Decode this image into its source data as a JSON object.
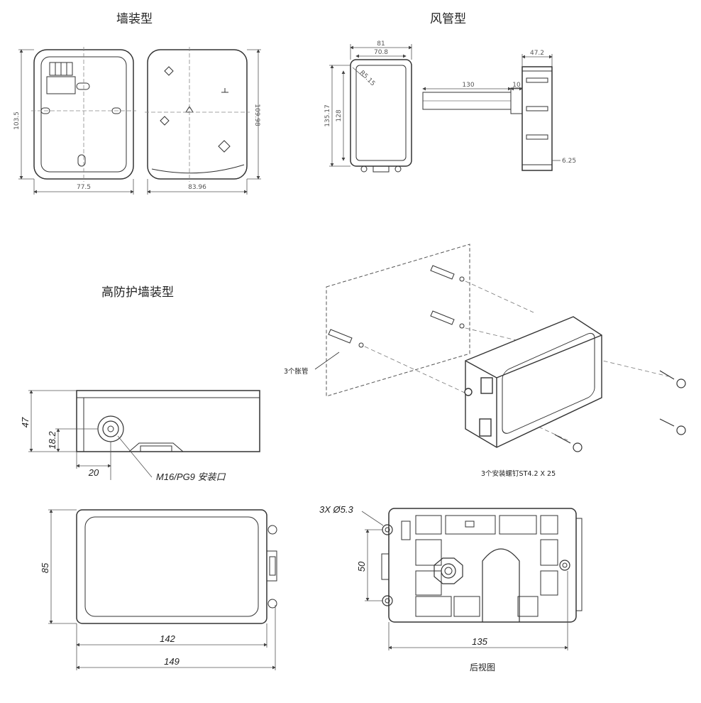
{
  "titles": {
    "wall_mount": "墙装型",
    "duct": "风管型",
    "high_protection_wall": "高防护墙装型",
    "rear_view": "后视图"
  },
  "wall_mount_dims": {
    "height_left": "103.5",
    "height_right": "109.98",
    "width_left": "77.5",
    "width_right": "83.96"
  },
  "duct_dims": {
    "width_outer": "81",
    "width_inner": "70.8",
    "radius": "R5.15",
    "height_outer": "135.17",
    "height_inner": "128",
    "probe_length": "130",
    "probe_flange": "10",
    "depth": "47.2",
    "thickness": "6.25"
  },
  "install_labels": {
    "anchors": "3个胀管",
    "screws": "3个安装螺钉ST4.2 X 25"
  },
  "side_view_dims": {
    "height": "47",
    "port_height": "18.2",
    "port_offset": "20",
    "port_label": "M16/PG9 安装口"
  },
  "front_view_dims": {
    "height": "85",
    "inner_width": "142",
    "outer_width": "149"
  },
  "rear_view_dims": {
    "hole_label": "3X Ø5.3",
    "hole_spacing": "50",
    "width": "135"
  }
}
